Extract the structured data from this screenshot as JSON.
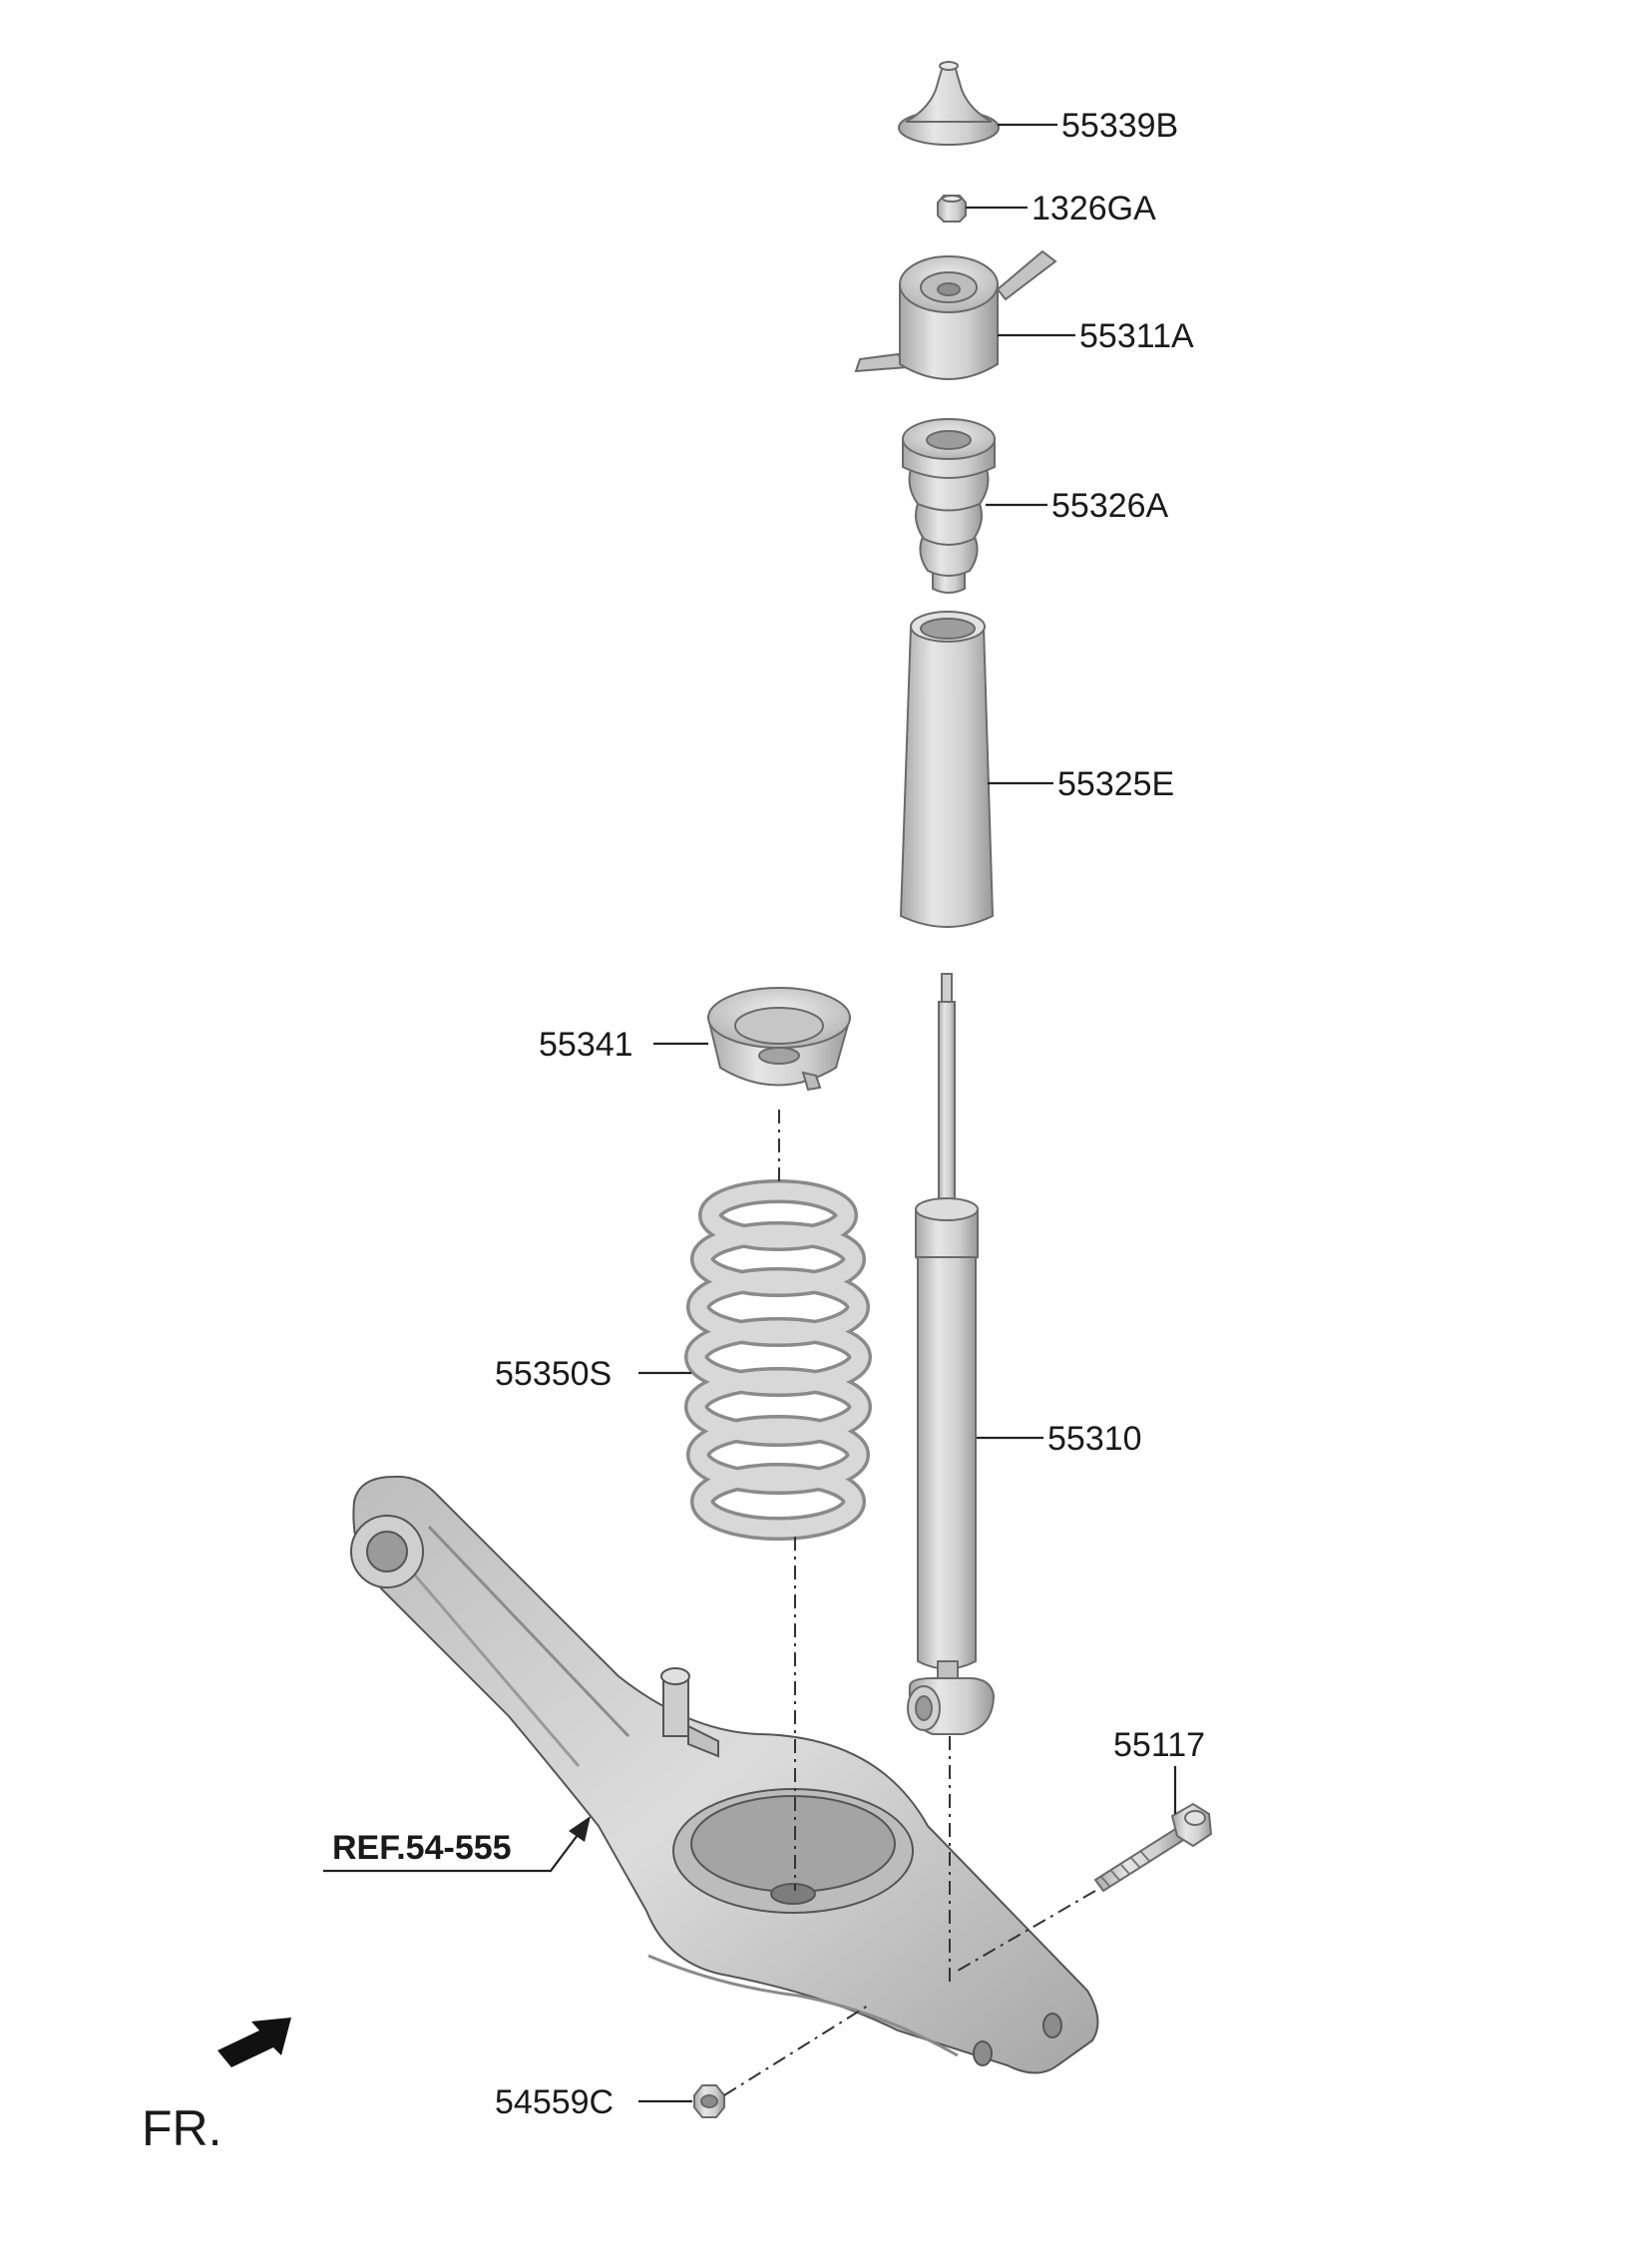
{
  "parts": {
    "p55339B": "55339B",
    "p1326GA": "1326GA",
    "p55311A": "55311A",
    "p55326A": "55326A",
    "p55325E": "55325E",
    "p55341": "55341",
    "p55350S": "55350S",
    "p55310": "55310",
    "p55117": "55117",
    "p54559C": "54559C"
  },
  "reference": "REF.54-555",
  "direction": "FR.",
  "colors": {
    "part_fill": "#d4d4d4",
    "part_shade": "#a9a9a9",
    "line": "#222222"
  }
}
